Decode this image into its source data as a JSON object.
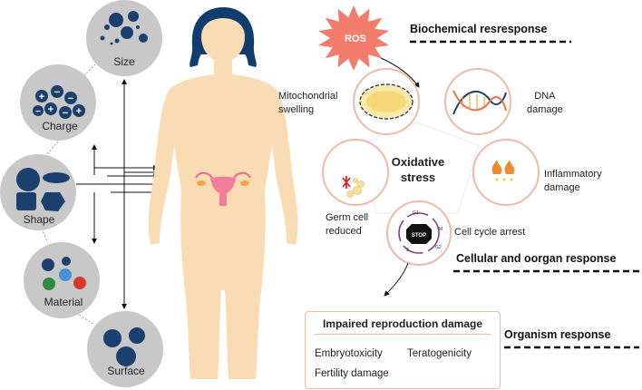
{
  "properties": [
    {
      "label": "Size",
      "icon": "size-particles-icon"
    },
    {
      "label": "Charge",
      "icon": "charge-particles-icon"
    },
    {
      "label": "Shape",
      "icon": "shape-particles-icon"
    },
    {
      "label": "Material",
      "icon": "material-particles-icon"
    },
    {
      "label": "Surface",
      "icon": "surface-particles-icon"
    }
  ],
  "material_colors": [
    "#1b3f6e",
    "#2e8b3a",
    "#4a90d9",
    "#d33a2c"
  ],
  "ros": "ROS",
  "headers": {
    "biochemical": "Biochemical resresponse",
    "cellular": "Cellular and oorgan response",
    "organism": "Organism response"
  },
  "center": {
    "line1": "Oxidative",
    "line2": "stress"
  },
  "effects": {
    "mito": {
      "line1": "Mitochondrial",
      "line2": "swelling"
    },
    "dna": {
      "line1": "DNA",
      "line2": "damage"
    },
    "inflam": {
      "line1": "Inflammatory",
      "line2": "damage"
    },
    "germ": {
      "line1": "Germ cell",
      "line2": "reduced"
    },
    "cycle": "Cell cycle arrest"
  },
  "cycle_icon": {
    "stop": "STOP",
    "phases": [
      "G1",
      "S",
      "G2",
      "M"
    ]
  },
  "outcome": {
    "title": "Impaired reproduction damage",
    "items": [
      "Embryotoxicity",
      "Teratogenicity",
      "Fertility damage"
    ]
  },
  "colors": {
    "navy": "#1b3f6e",
    "gray": "#c8c8c8",
    "skin": "#f9dcb4",
    "ros": "#f47c6c",
    "pink_border": "#f2b8a8"
  }
}
